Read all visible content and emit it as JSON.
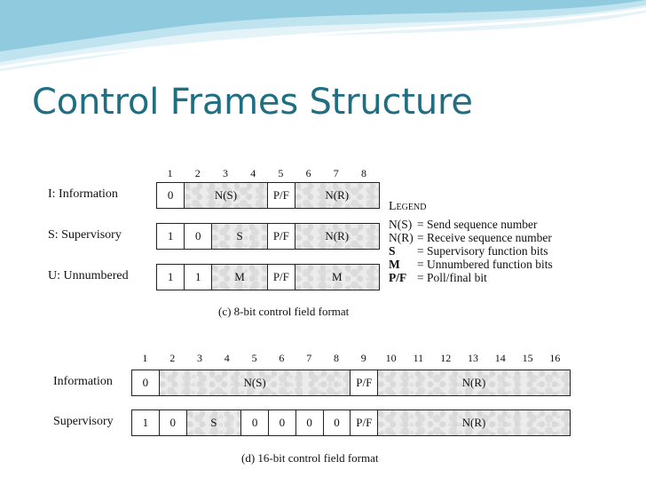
{
  "slide": {
    "title": "Control Frames Structure",
    "colors": {
      "title": "#1f6e82",
      "wave_light": "#cfe9f2",
      "wave_mid": "#9fd0e2"
    }
  },
  "fmt8": {
    "bits": [
      "1",
      "2",
      "3",
      "4",
      "5",
      "6",
      "7",
      "8"
    ],
    "rows": [
      {
        "label": "I: Information",
        "cells": [
          {
            "text": "0",
            "span": 1,
            "shade": false
          },
          {
            "text": "N(S)",
            "span": 3,
            "shade": true
          },
          {
            "text": "P/F",
            "span": 1,
            "shade": false
          },
          {
            "text": "N(R)",
            "span": 3,
            "shade": true
          }
        ]
      },
      {
        "label": "S: Supervisory",
        "cells": [
          {
            "text": "1",
            "span": 1,
            "shade": false
          },
          {
            "text": "0",
            "span": 1,
            "shade": false
          },
          {
            "text": "S",
            "span": 2,
            "shade": true
          },
          {
            "text": "P/F",
            "span": 1,
            "shade": false
          },
          {
            "text": "N(R)",
            "span": 3,
            "shade": true
          }
        ]
      },
      {
        "label": "U: Unnumbered",
        "cells": [
          {
            "text": "1",
            "span": 1,
            "shade": false
          },
          {
            "text": "1",
            "span": 1,
            "shade": false
          },
          {
            "text": "M",
            "span": 2,
            "shade": true
          },
          {
            "text": "P/F",
            "span": 1,
            "shade": false
          },
          {
            "text": "M",
            "span": 3,
            "shade": true
          }
        ]
      }
    ],
    "caption": "(c) 8-bit control field format"
  },
  "legend": {
    "heading": "Legend",
    "items": [
      {
        "key": "N(S)",
        "desc": "= Send sequence number"
      },
      {
        "key": "N(R)",
        "desc": "= Receive sequence number"
      },
      {
        "key": "S",
        "desc": "= Supervisory function bits"
      },
      {
        "key": "M",
        "desc": "= Unnumbered function bits"
      },
      {
        "key": "P/F",
        "desc": "= Poll/final bit"
      }
    ]
  },
  "fmt16": {
    "bits": [
      "1",
      "2",
      "3",
      "4",
      "5",
      "6",
      "7",
      "8",
      "9",
      "10",
      "11",
      "12",
      "13",
      "14",
      "15",
      "16"
    ],
    "rows": [
      {
        "label": "Information",
        "cells": [
          {
            "text": "0",
            "span": 1,
            "shade": false
          },
          {
            "text": "N(S)",
            "span": 7,
            "shade": true
          },
          {
            "text": "P/F",
            "span": 1,
            "shade": false
          },
          {
            "text": "N(R)",
            "span": 7,
            "shade": true
          }
        ]
      },
      {
        "label": "Supervisory",
        "cells": [
          {
            "text": "1",
            "span": 1,
            "shade": false
          },
          {
            "text": "0",
            "span": 1,
            "shade": false
          },
          {
            "text": "S",
            "span": 2,
            "shade": true
          },
          {
            "text": "0",
            "span": 1,
            "shade": false
          },
          {
            "text": "0",
            "span": 1,
            "shade": false
          },
          {
            "text": "0",
            "span": 1,
            "shade": false
          },
          {
            "text": "0",
            "span": 1,
            "shade": false
          },
          {
            "text": "P/F",
            "span": 1,
            "shade": false
          },
          {
            "text": "N(R)",
            "span": 7,
            "shade": true
          }
        ]
      }
    ],
    "caption": "(d) 16-bit control field format"
  }
}
